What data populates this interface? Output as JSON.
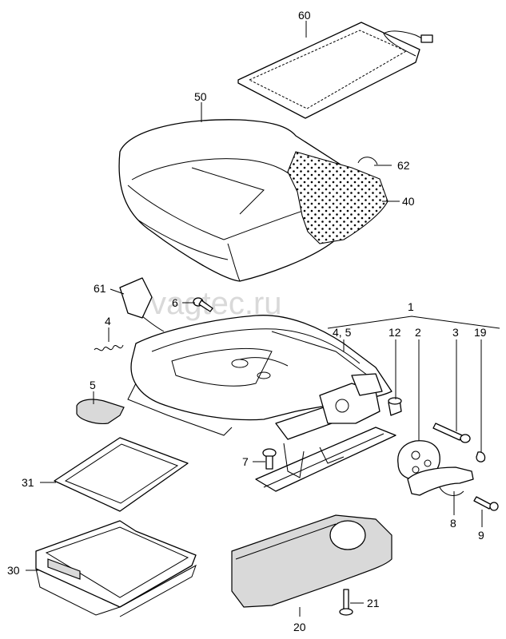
{
  "watermark": "vagtec.ru",
  "callouts": {
    "c60": "60",
    "c50": "50",
    "c62": "62",
    "c40": "40",
    "c61": "61",
    "c6": "6",
    "c1": "1",
    "c4": "4",
    "c45": "4, 5",
    "c12": "12",
    "c2": "2",
    "c3": "3",
    "c19": "19",
    "c5": "5",
    "c7": "7",
    "c31": "31",
    "c30": "30",
    "c8": "8",
    "c9": "9",
    "c21": "21",
    "c20": "20"
  }
}
